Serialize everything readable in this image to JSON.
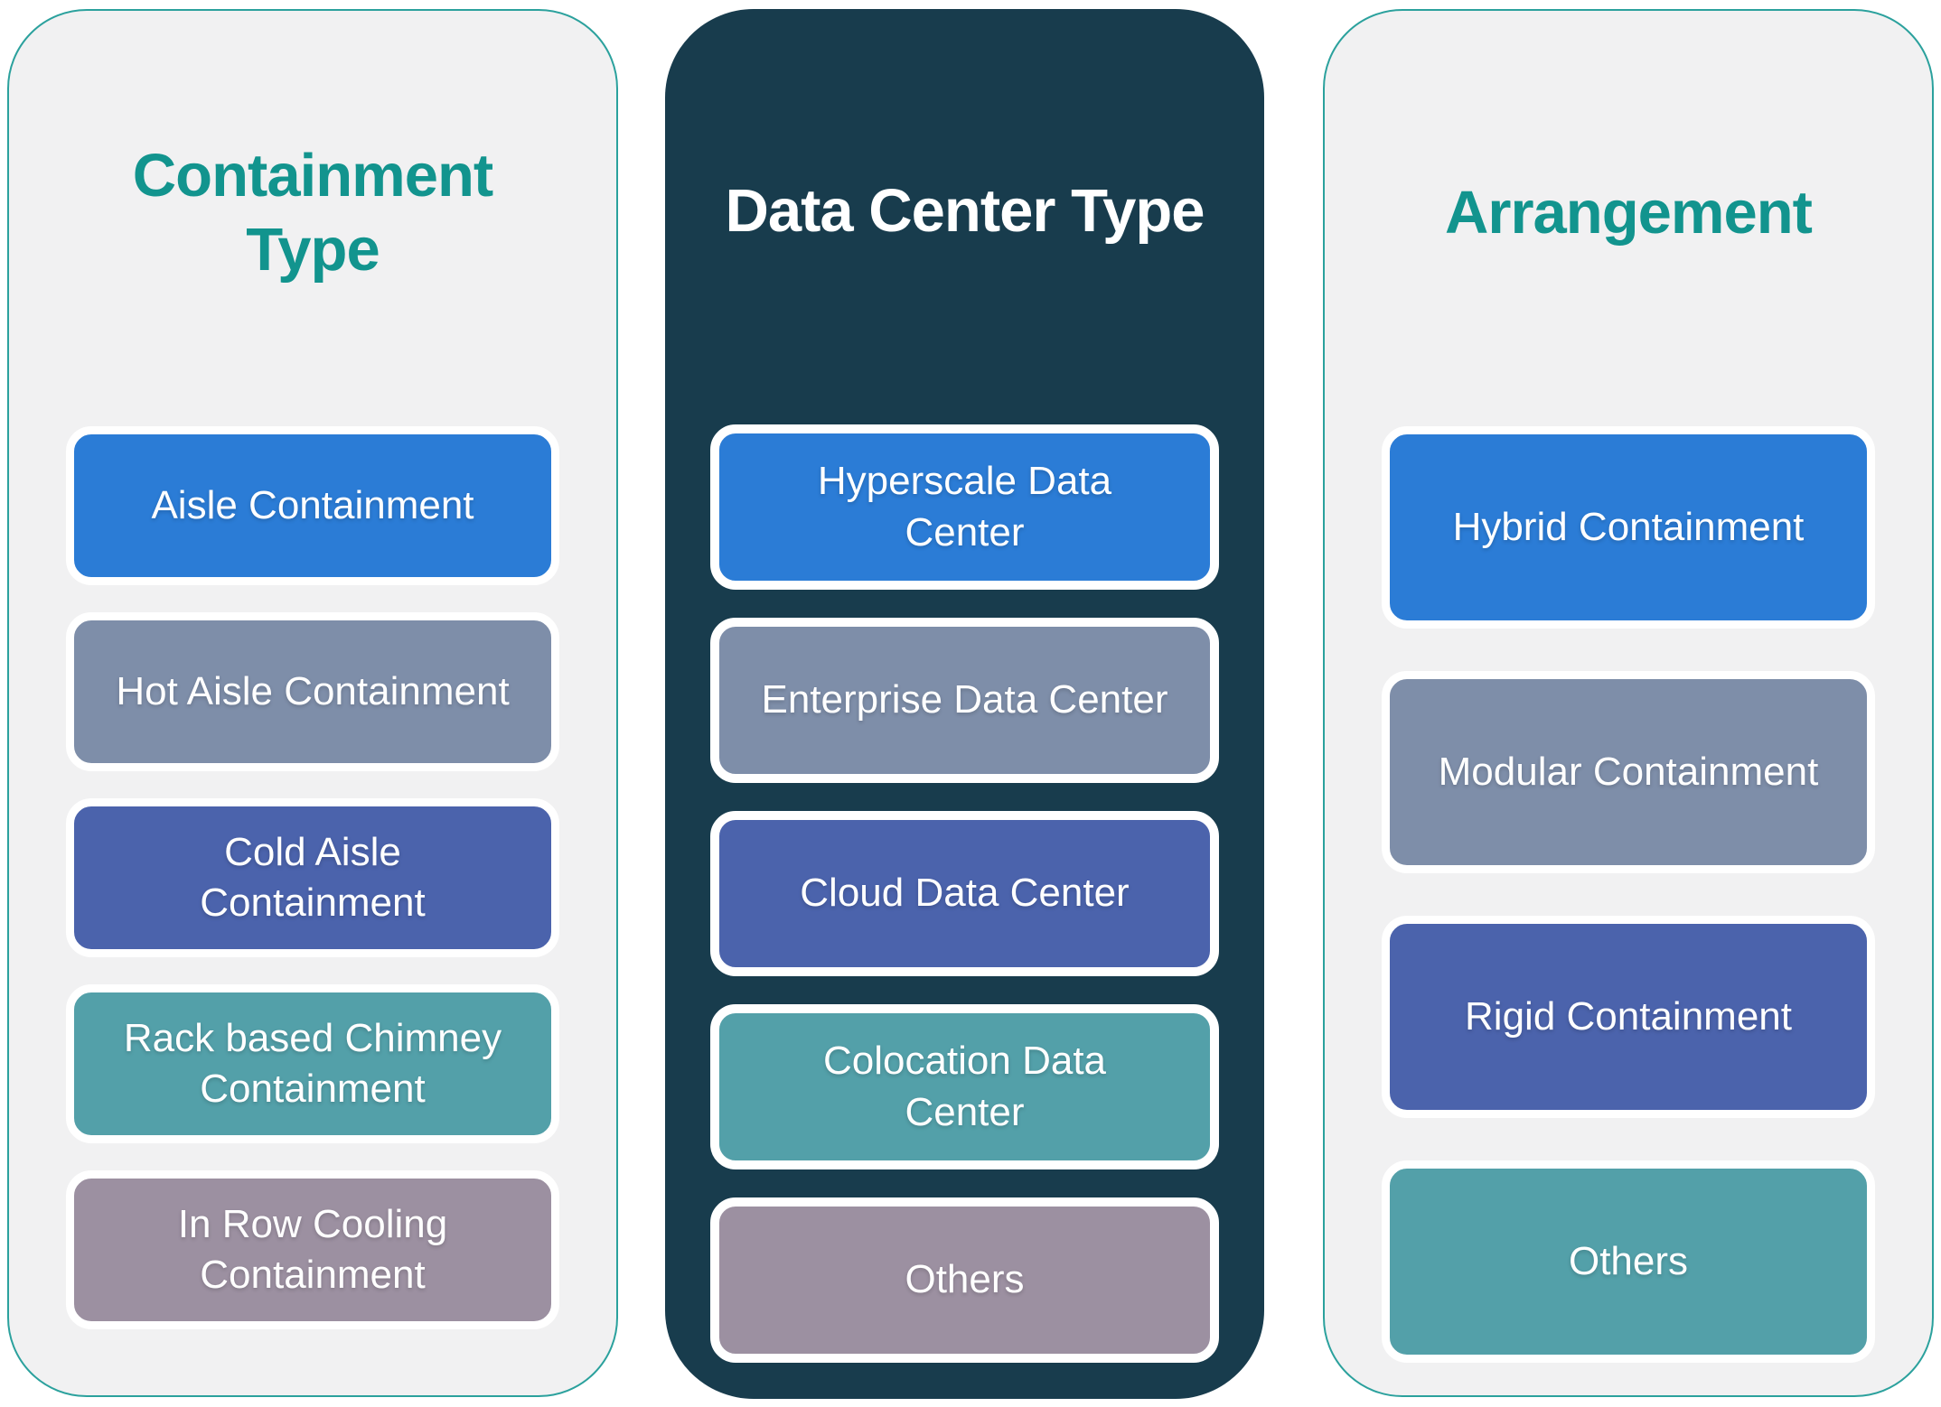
{
  "diagram": {
    "columns": [
      {
        "id": "containment-type",
        "title": "Containment\nType",
        "items": [
          {
            "label": "Aisle Containment",
            "color": "blue"
          },
          {
            "label": "Hot Aisle Containment",
            "color": "slate"
          },
          {
            "label": "Cold Aisle\nContainment",
            "color": "indigo"
          },
          {
            "label": "Rack based Chimney\nContainment",
            "color": "teal"
          },
          {
            "label": "In Row Cooling\nContainment",
            "color": "mauve"
          }
        ]
      },
      {
        "id": "data-center-type",
        "title": "Data Center Type",
        "items": [
          {
            "label": "Hyperscale Data\nCenter",
            "color": "blue"
          },
          {
            "label": "Enterprise Data Center",
            "color": "slate"
          },
          {
            "label": "Cloud Data Center",
            "color": "indigo"
          },
          {
            "label": "Colocation Data\nCenter",
            "color": "teal"
          },
          {
            "label": "Others",
            "color": "mauve"
          }
        ]
      },
      {
        "id": "arrangement",
        "title": "Arrangement",
        "items": [
          {
            "label": "Hybrid Containment",
            "color": "blue"
          },
          {
            "label": "Modular Containment",
            "color": "slate"
          },
          {
            "label": "Rigid Containment",
            "color": "indigo"
          },
          {
            "label": "Others",
            "color": "teal"
          }
        ]
      }
    ]
  },
  "colors": {
    "box-blue": "#2B7CD6",
    "box-slate": "#7E8EA9",
    "box-indigo": "#4B63AC",
    "box-teal": "#53A0A9",
    "box-mauve": "#9C90A1",
    "box-text": "#FFFFFF",
    "panel-bg": "#F1F1F2",
    "panel-border": "#2BA19D",
    "panel-dark-bg": "#183C4D",
    "title-teal": "#12948E",
    "title-dark-text": "#FFFFFF"
  }
}
